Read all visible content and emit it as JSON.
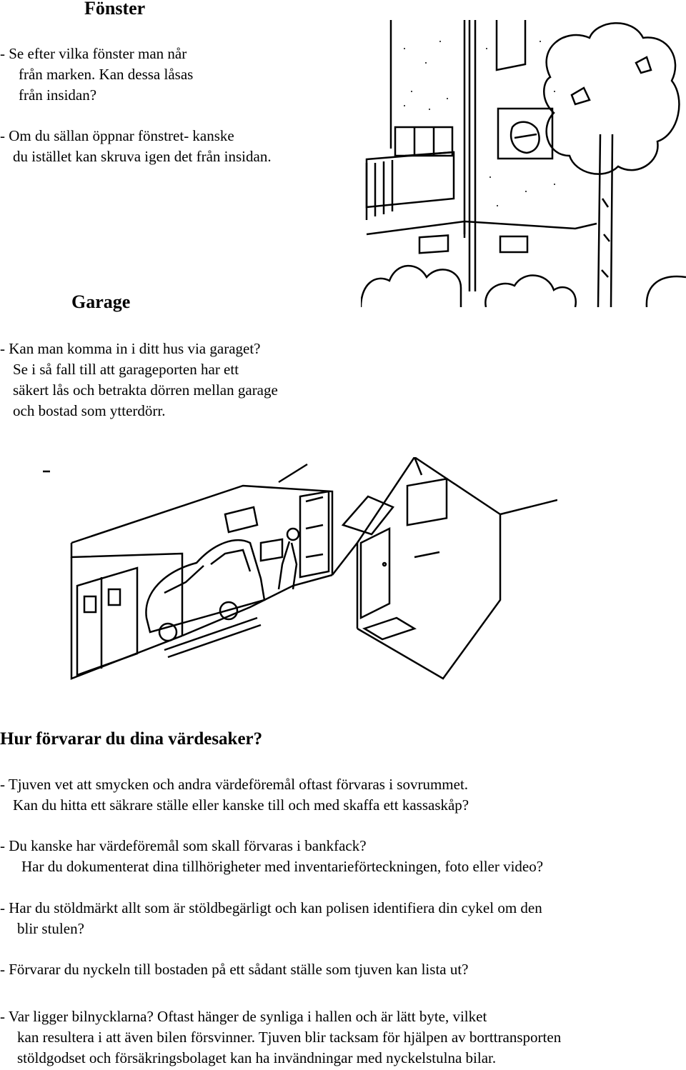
{
  "fonster": {
    "heading": "Fönster",
    "lines": [
      "- Se efter vilka fönster man når",
      "från marken. Kan dessa låsas",
      "från insidan?",
      "- Om du sällan öppnar fönstret- kanske",
      "du istället kan skruva igen det från insidan."
    ]
  },
  "garage": {
    "heading": "Garage",
    "lines": [
      "- Kan man komma in i ditt hus via garaget?",
      "Se i så fall till att garageporten har ett",
      "säkert lås och betrakta dörren mellan garage",
      "och bostad som ytterdörr."
    ]
  },
  "vardesaker": {
    "heading": "Hur förvarar du dina värdesaker?",
    "lines": [
      "- Tjuven vet att smycken och andra värdeföremål oftast förvaras i sovrummet.",
      "Kan du hitta ett säkrare ställe eller kanske till och med skaffa ett kassaskåp?",
      "- Du kanske har värdeföremål som skall förvaras i bankfack?",
      "Har du dokumenterat dina tillhörigheter med inventarieförteckningen, foto eller video?",
      "- Har du stöldmärkt allt som är stöldbegärligt och kan polisen identifiera din cykel om den",
      "blir stulen?",
      "- Förvarar du nyckeln till bostaden på ett sådant ställe som tjuven kan lista ut?",
      "- Var ligger bilnycklarna? Oftast hänger de synliga i hallen och är lätt byte, vilket",
      "kan resultera i att även bilen försvinner. Tjuven blir tacksam för hjälpen av borttransporten",
      "stöldgodset och försäkringsbolaget kan ha invändningar med nyckelstulna bilar."
    ]
  }
}
